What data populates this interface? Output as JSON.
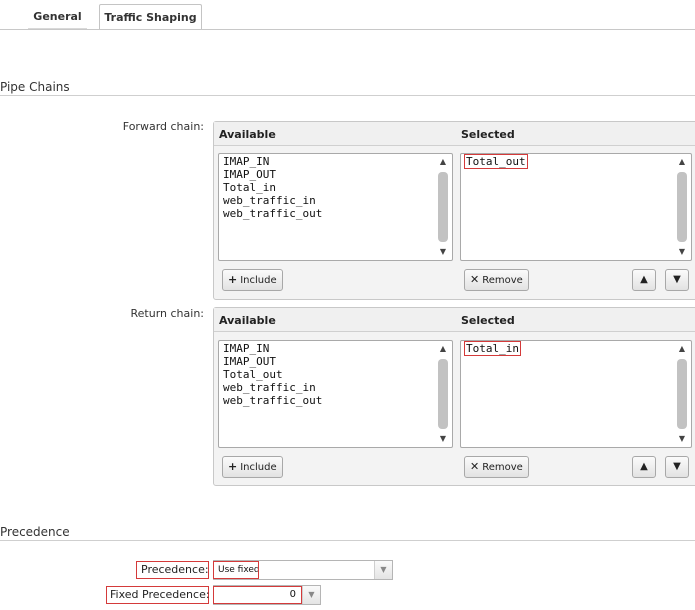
{
  "tabs": [
    {
      "label": "General"
    },
    {
      "label": "Traffic Shaping"
    }
  ],
  "pipe_chains": {
    "title": "Pipe Chains",
    "forward": {
      "label": "Forward chain:",
      "available_header": "Available",
      "selected_header": "Selected",
      "available": [
        "IMAP_IN",
        "IMAP_OUT",
        "Total_in",
        "web_traffic_in",
        "web_traffic_out"
      ],
      "selected": [
        "Total_out"
      ],
      "include_label": "Include",
      "remove_label": "Remove"
    },
    "return": {
      "label": "Return chain:",
      "available_header": "Available",
      "selected_header": "Selected",
      "available": [
        "IMAP_IN",
        "IMAP_OUT",
        "Total_out",
        "web_traffic_in",
        "web_traffic_out"
      ],
      "selected": [
        "Total_in"
      ],
      "include_label": "Include",
      "remove_label": "Remove"
    }
  },
  "precedence": {
    "title": "Precedence",
    "precedence_label": "Precedence:",
    "precedence_value": "Use fixed",
    "fixed_label": "Fixed Precedence:",
    "fixed_value": "0"
  },
  "icons": {
    "include": "plus-icon",
    "remove": "x-icon",
    "move_up": "chevron-up-icon",
    "move_down": "chevron-down-icon"
  },
  "colors": {
    "highlight": "#d43a3a"
  }
}
